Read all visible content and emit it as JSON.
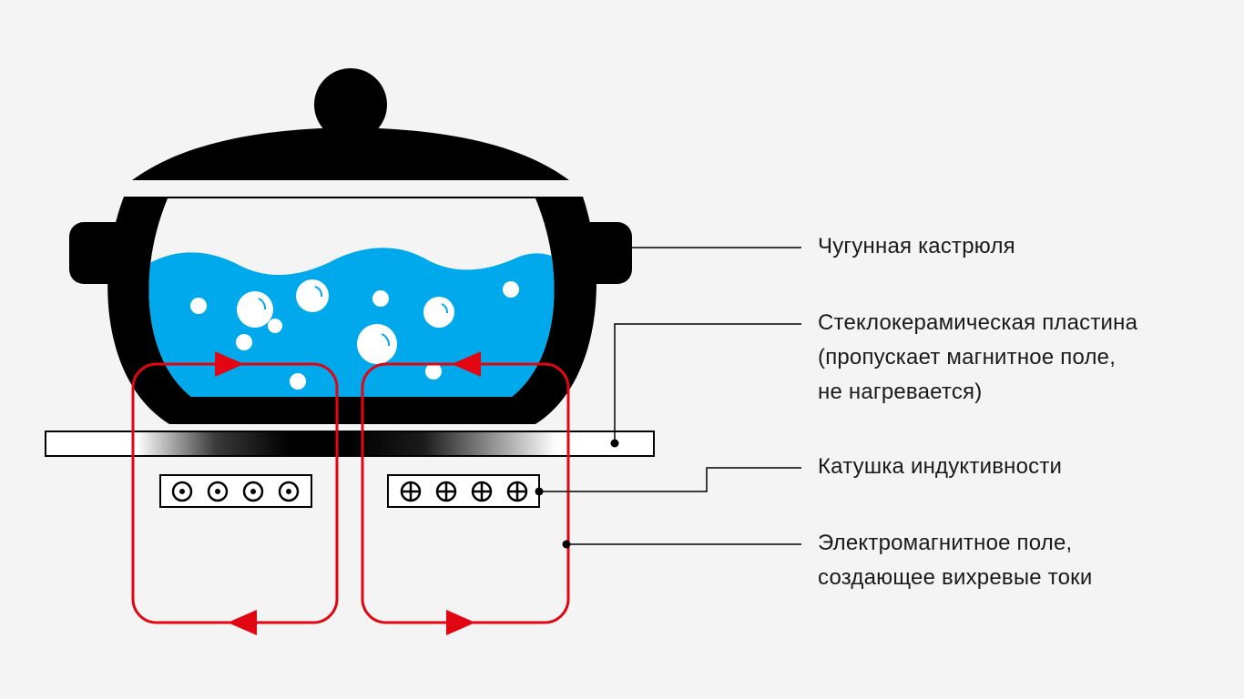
{
  "labels": {
    "pot": [
      "Чугунная кастрюля"
    ],
    "glass_plate": [
      "Стеклокерамическая пластина",
      "(пропускает магнитное поле,",
      "не нагревается)"
    ],
    "coil": [
      "Катушка индуктивности"
    ],
    "em_field": [
      "Электромагнитное поле,",
      "создающее вихревые токи"
    ]
  },
  "coil_symbols": {
    "left": [
      "dot-out",
      "dot-out",
      "dot-out",
      "dot-out"
    ],
    "right": [
      "cross-in",
      "cross-in",
      "cross-in",
      "cross-in"
    ]
  },
  "colors": {
    "background": "#f4f4f4",
    "pot": "#000000",
    "water": "#00a9ec",
    "bubble": "#ffffff",
    "field_loop": "#e20613",
    "leader_line": "#000000",
    "text": "#1a1a1a"
  }
}
